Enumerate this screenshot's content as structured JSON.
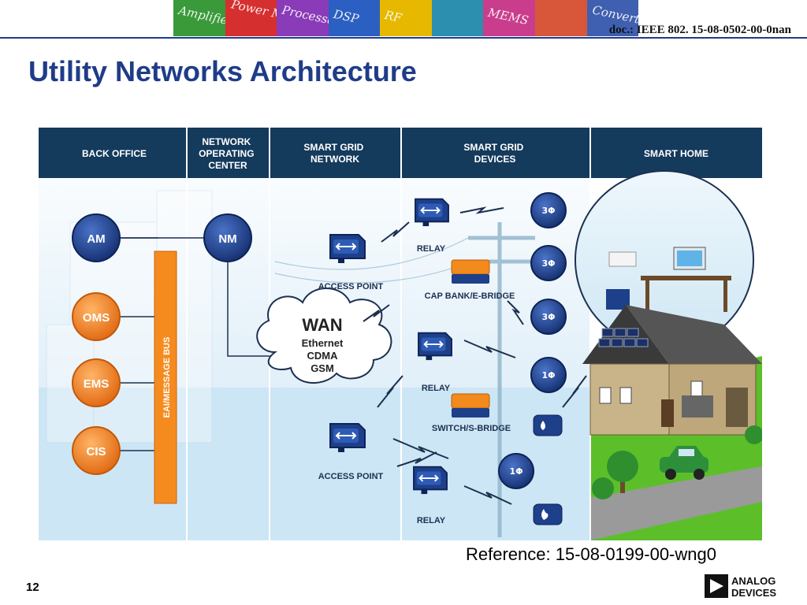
{
  "header": {
    "doc_id": "doc.: IEEE 802. 15-08-0502-00-0nan",
    "banner_tiles": [
      {
        "text": "Amplifiers",
        "color": "#3a9a3a"
      },
      {
        "text": "Power Management",
        "color": "#d62f2f"
      },
      {
        "text": "Processors",
        "color": "#8a3bb8"
      },
      {
        "text": "DSP",
        "color": "#2b5fc1"
      },
      {
        "text": "RF",
        "color": "#e6b800"
      },
      {
        "text": "",
        "color": "#2c8fb0"
      },
      {
        "text": "MEMS",
        "color": "#c93d8c"
      },
      {
        "text": "",
        "color": "#d8573a"
      },
      {
        "text": "Converters",
        "color": "#3f5fb0"
      }
    ]
  },
  "title": "Utility Networks Architecture",
  "diagram": {
    "columns": [
      {
        "label_lines": [
          "BACK OFFICE"
        ]
      },
      {
        "label_lines": [
          "NETWORK",
          "OPERATING",
          "CENTER"
        ]
      },
      {
        "label_lines": [
          "SMART GRID",
          "NETWORK"
        ]
      },
      {
        "label_lines": [
          "SMART GRID",
          "DEVICES"
        ]
      },
      {
        "label_lines": [
          "SMART HOME"
        ]
      }
    ],
    "back_office_nodes": {
      "am": "AM",
      "oms": "OMS",
      "ems": "EMS",
      "cis": "CIS"
    },
    "noc_node": "NM",
    "bus_label": "EAI/MESSAGE BUS",
    "wan": {
      "title": "WAN",
      "lines": [
        "Ethernet",
        "CDMA",
        "GSM"
      ]
    },
    "captions": {
      "access_point": "ACCESS POINT",
      "relay": "RELAY",
      "cap_bank": "CAP BANK/E-BRIDGE",
      "switch": "SWITCH/S-BRIDGE"
    },
    "meters": {
      "three_phase": "3Φ",
      "one_phase": "1Φ"
    },
    "colors": {
      "header_band": "#143a5c",
      "node_blue": "#1e3f8a",
      "node_orange": "#f28a1e",
      "bus_orange": "#f58b1f",
      "sky": "#d6ecf8",
      "grass": "#5cbf2a"
    }
  },
  "reference": "Reference: 15-08-0199-00-wng0",
  "page_number": "12",
  "logo": {
    "line1": "ANALOG",
    "line2": "DEVICES"
  }
}
